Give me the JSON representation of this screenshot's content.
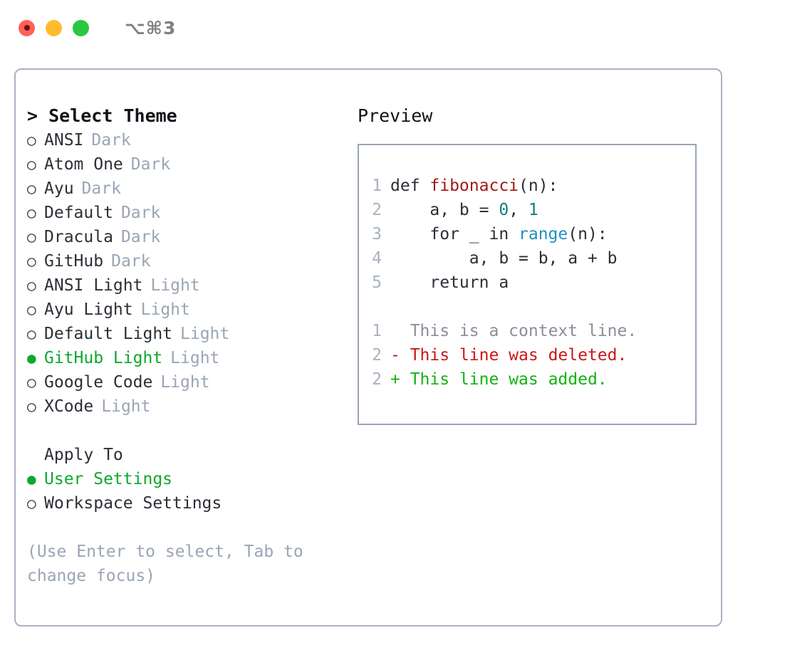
{
  "titlebar": {
    "shortcut": "⌥⌘3",
    "buttons": [
      "close",
      "minimize",
      "maximize"
    ]
  },
  "theme_picker": {
    "header": "> Select Theme",
    "items": [
      {
        "label": "ANSI",
        "variant": "Dark",
        "selected": false,
        "bullet": "○"
      },
      {
        "label": "Atom One",
        "variant": "Dark",
        "selected": false,
        "bullet": "○"
      },
      {
        "label": "Ayu",
        "variant": "Dark",
        "selected": false,
        "bullet": "○"
      },
      {
        "label": "Default",
        "variant": "Dark",
        "selected": false,
        "bullet": "○"
      },
      {
        "label": "Dracula",
        "variant": "Dark",
        "selected": false,
        "bullet": "○"
      },
      {
        "label": "GitHub",
        "variant": "Dark",
        "selected": false,
        "bullet": "○"
      },
      {
        "label": "ANSI Light",
        "variant": "Light",
        "selected": false,
        "bullet": "○"
      },
      {
        "label": "Ayu Light",
        "variant": "Light",
        "selected": false,
        "bullet": "○"
      },
      {
        "label": "Default Light",
        "variant": "Light",
        "selected": false,
        "bullet": "○"
      },
      {
        "label": "GitHub Light",
        "variant": "Light",
        "selected": true,
        "bullet": "●"
      },
      {
        "label": "Google Code",
        "variant": "Light",
        "selected": false,
        "bullet": "○"
      },
      {
        "label": "XCode",
        "variant": "Light",
        "selected": false,
        "bullet": "○"
      }
    ]
  },
  "apply_to": {
    "header": "Apply To",
    "items": [
      {
        "label": "User Settings",
        "selected": true,
        "bullet": "●"
      },
      {
        "label": "Workspace Settings",
        "selected": false,
        "bullet": "○"
      }
    ]
  },
  "hint": "(Use Enter to select, Tab to change focus)",
  "preview": {
    "title": "Preview",
    "code_lines": [
      {
        "no": "1",
        "tokens": [
          {
            "t": "def ",
            "c": "plain"
          },
          {
            "t": "fibonacci",
            "c": "fn"
          },
          {
            "t": "(n):",
            "c": "plain"
          }
        ]
      },
      {
        "no": "2",
        "tokens": [
          {
            "t": "    a, b = ",
            "c": "plain"
          },
          {
            "t": "0",
            "c": "num"
          },
          {
            "t": ", ",
            "c": "plain"
          },
          {
            "t": "1",
            "c": "num"
          }
        ]
      },
      {
        "no": "3",
        "tokens": [
          {
            "t": "    for _ in ",
            "c": "plain"
          },
          {
            "t": "range",
            "c": "call"
          },
          {
            "t": "(n):",
            "c": "plain"
          }
        ]
      },
      {
        "no": "4",
        "tokens": [
          {
            "t": "        a, b = b, a + b",
            "c": "plain"
          }
        ]
      },
      {
        "no": "5",
        "tokens": [
          {
            "t": "    return a",
            "c": "plain"
          }
        ]
      }
    ],
    "diff_lines": [
      {
        "no": "1",
        "marker": "  ",
        "text": "This is a context line.",
        "kind": "ctx"
      },
      {
        "no": "2",
        "marker": "- ",
        "text": "This line was deleted.",
        "kind": "del"
      },
      {
        "no": "2",
        "marker": "+ ",
        "text": "This line was added.",
        "kind": "add"
      }
    ]
  },
  "colors": {
    "accent_green": "#0ca82f",
    "muted": "#9aa5b5",
    "text": "#2b2f36",
    "diff_add": "#12b312",
    "diff_del": "#cc1616",
    "syntax_function": "#a01919",
    "syntax_call": "#1f90c0",
    "syntax_number": "#0d7e7e"
  }
}
